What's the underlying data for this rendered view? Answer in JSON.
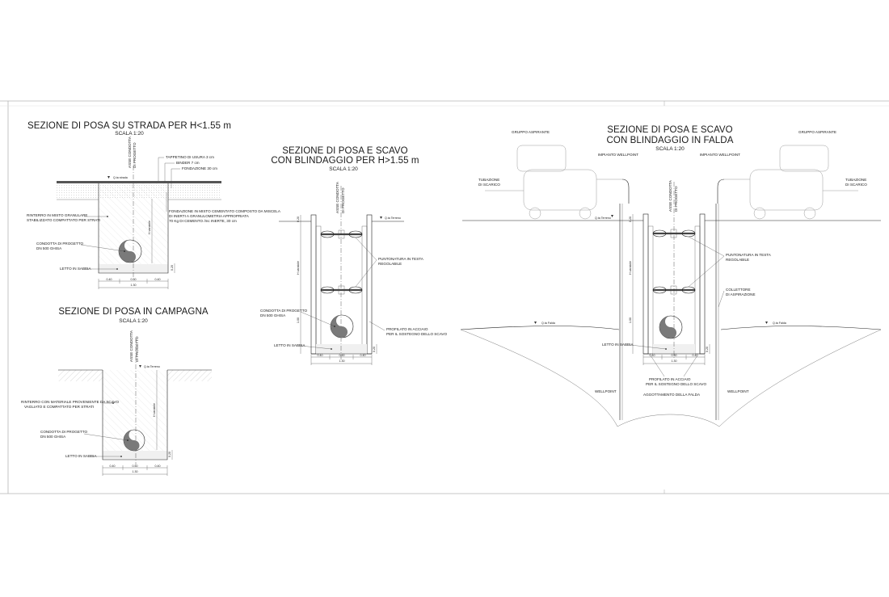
{
  "sections": {
    "strada": {
      "title": "SEZIONE DI POSA SU STRADA PER H<1.55 m",
      "scale": "SCALA 1:20",
      "axis_label": [
        "ASSE CONDOTTA",
        "DI PROGETTO"
      ],
      "ground_mark": "Q.ta strada",
      "layers": [
        "TAPPETINO DI USURA 3 cm",
        "BINDER 7 cm",
        "FONDAZIONE 30 cm"
      ],
      "foundation_note": [
        "FONDAZIONE IN MISTO CEMENTATO COMPOSTO DA MISCELA",
        "DI INERTI A GRANULOMETRIA APPROPRIATA",
        "70 Kg DI CEMENTO /mc INERTE, 30 cm"
      ],
      "backfill": [
        "RINTERRO IN MISTO GRANULARE",
        "STABILIZZATO COMPATTATO PER STRATI"
      ],
      "pipe": [
        "CONDOTTA DI PROGETTO",
        "DN 500 GHISA"
      ],
      "bed": "LETTO IN SABBIA",
      "depth_label": "H variabile",
      "dims": [
        "0.40",
        "0.50",
        "0.40"
      ],
      "total": "1.30"
    },
    "campagna": {
      "title": "SEZIONE DI POSA IN CAMPAGNA",
      "scale": "SCALA 1:20",
      "axis_label": [
        "ASSE CONDOTTA",
        "DI PROGETTO"
      ],
      "ground_mark": "Q.ta Terreno",
      "backfill": [
        "RINTERRO CON MATERIALE PROVENIENTE DA SCAVO",
        "VAGLIATO E COMPATTATO PER STRATI"
      ],
      "pipe": [
        "CONDOTTA DI PROGETTO",
        "DN 500 GHISA"
      ],
      "bed": "LETTO IN SABBIA",
      "depth_label": "H variabile",
      "dims": [
        "0.40",
        "0.50",
        "0.40"
      ],
      "total": "1.30"
    },
    "blindaggio": {
      "title": [
        "SEZIONE DI POSA E SCAVO",
        "CON BLINDAGGIO PER H>1.55 m"
      ],
      "scale": "SCALA 1:20",
      "axis_label": [
        "ASSE CONDOTTA",
        "DI PROGETTO"
      ],
      "ground_mark": "Q.ta Terreno",
      "strut": [
        "PUNTONATURA IN TESTA",
        "REGOLABILE"
      ],
      "pipe": [
        "CONDOTTA DI PROGETTO",
        "DN 500 GHISA"
      ],
      "profile": [
        "PROFILATO IN ACCIAIO",
        "PER IL SOSTEGNO DELLO SCAVO"
      ],
      "bed": "LETTO IN SABBIA",
      "depth_label": "H variabile",
      "dims": [
        "0.40",
        "0.50",
        "0.40"
      ],
      "total": "1.30"
    },
    "falda": {
      "title": [
        "SEZIONE DI POSA E SCAVO",
        "CON BLINDAGGIO IN FALDA"
      ],
      "scale": "SCALA 1:20",
      "axis_label": [
        "ASSE CONDOTTA",
        "DI PROGETTO"
      ],
      "pump_left": "GRUPPO ASPIRANTE",
      "pump_right": "GRUPPO ASPIRANTE",
      "wellpoint_plant_left": "IMPIANTO WELLPOINT",
      "wellpoint_plant_right": "IMPIANTO WELLPOINT",
      "discharge_left": [
        "TUBAZIONE",
        "DI SCARICO"
      ],
      "discharge_right": [
        "TUBAZIONE",
        "DI SCARICO"
      ],
      "ground_mark": "Q.ta Terreno",
      "water_mark_left": "Q.ta Falda",
      "water_mark_right": "Q.ta Falda",
      "strut": [
        "PUNTONATURA IN TESTA",
        "REGOLABILE"
      ],
      "collector": [
        "COLLETTORE",
        "DI ASPIRAZIONE"
      ],
      "bed": "LETTO IN SABBIA",
      "profile": [
        "PROFILATO IN ACCIAIO",
        "PER IL SOSTEGNO DELLO SCAVO"
      ],
      "wellpoint_left": "WELLPOINT",
      "wellpoint_right": "WELLPOINT",
      "drawdown": "AGGOTTAMENTO DELLA FALDA",
      "depth_label": "H variabile",
      "dims": [
        "0.40",
        "0.50",
        "0.40"
      ],
      "total": "1.30"
    }
  }
}
